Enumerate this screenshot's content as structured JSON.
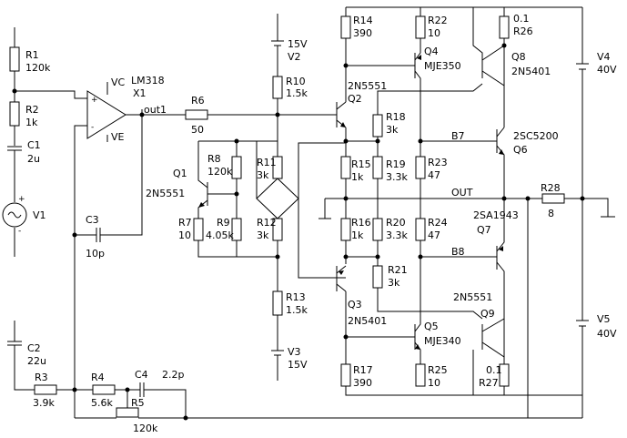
{
  "components": {
    "R1": {
      "ref": "R1",
      "value": "120k"
    },
    "R2": {
      "ref": "R2",
      "value": "1k"
    },
    "C1": {
      "ref": "C1",
      "value": "2u"
    },
    "V1": {
      "ref": "V1"
    },
    "C2": {
      "ref": "C2",
      "value": "22u"
    },
    "R3": {
      "ref": "R3",
      "value": "3.9k"
    },
    "R4": {
      "ref": "R4",
      "value": "5.6k"
    },
    "C4": {
      "ref": "C4",
      "value": "2.2p"
    },
    "R5": {
      "ref": "R5",
      "value": "120k"
    },
    "C3": {
      "ref": "C3",
      "value": "10p"
    },
    "X1": {
      "ref": "X1",
      "part": "LM318",
      "vc": "VC",
      "ve": "VE",
      "plus": "+",
      "minus": "-",
      "out": "out1"
    },
    "R6": {
      "ref": "R6",
      "value": "50"
    },
    "Q1": {
      "ref": "Q1",
      "part": "2N5551"
    },
    "R7": {
      "ref": "R7",
      "value": "10"
    },
    "R8": {
      "ref": "R8",
      "value": "120k"
    },
    "R9": {
      "ref": "R9",
      "value": "4.05k"
    },
    "R10": {
      "ref": "R10",
      "value": "1.5k"
    },
    "R11": {
      "ref": "R11",
      "value": "3k"
    },
    "R12": {
      "ref": "R12",
      "value": "3k"
    },
    "R13": {
      "ref": "R13",
      "value": "1.5k"
    },
    "V2": {
      "ref": "V2",
      "value": "15V"
    },
    "V3": {
      "ref": "V3",
      "value": "15V"
    },
    "Q2": {
      "ref": "Q2",
      "part": "2N5551"
    },
    "Q3": {
      "ref": "Q3",
      "part": "2N5401"
    },
    "R14": {
      "ref": "R14",
      "value": "390"
    },
    "R17": {
      "ref": "R17",
      "value": "390"
    },
    "R18": {
      "ref": "R18",
      "value": "3k"
    },
    "R15": {
      "ref": "R15",
      "value": "1k"
    },
    "R16": {
      "ref": "R16",
      "value": "1k"
    },
    "R19": {
      "ref": "R19",
      "value": "3.3k"
    },
    "R20": {
      "ref": "R20",
      "value": "3.3k"
    },
    "R21": {
      "ref": "R21",
      "value": "3k"
    },
    "R22": {
      "ref": "R22",
      "value": "10"
    },
    "R25": {
      "ref": "R25",
      "value": "10"
    },
    "Q4": {
      "ref": "Q4",
      "part": "MJE350"
    },
    "Q5": {
      "ref": "Q5",
      "part": "MJE340"
    },
    "R23": {
      "ref": "R23",
      "value": "47"
    },
    "R24": {
      "ref": "R24",
      "value": "47"
    },
    "Q8": {
      "ref": "Q8",
      "part": "2N5401"
    },
    "Q9": {
      "ref": "Q9",
      "part": "2N5551"
    },
    "R26": {
      "ref": "R26",
      "value": "0.1"
    },
    "R27": {
      "ref": "R27",
      "value": "0.1"
    },
    "Q6": {
      "ref": "Q6",
      "part": "2SC5200"
    },
    "Q7": {
      "ref": "Q7",
      "part": "2SA1943"
    },
    "R28": {
      "ref": "R28",
      "value": "8"
    },
    "V4": {
      "ref": "V4",
      "value": "40V"
    },
    "V5": {
      "ref": "V5",
      "value": "40V"
    }
  },
  "nets": {
    "b7": "B7",
    "b8": "B8",
    "out": "OUT"
  }
}
